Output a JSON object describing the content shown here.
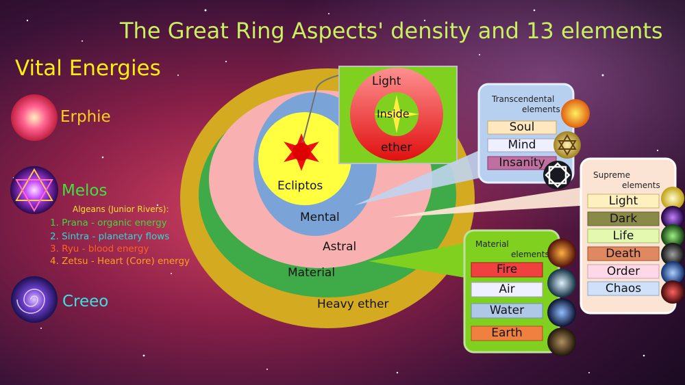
{
  "title": "The Great Ring Aspects' density and 13 elements",
  "vital_energies": {
    "heading": "Vital Energies",
    "items": [
      {
        "name": "Erphie"
      },
      {
        "name": "Melos"
      },
      {
        "name": "Creeo"
      }
    ],
    "algeans": {
      "heading": "Algeans (Junior Rivers):",
      "rivers": [
        "1. Prana - organic energy",
        "2. Sintra - planetary flows",
        "3. Ryu - blood energy",
        "4. Zetsu - Heart (Core) energy"
      ]
    }
  },
  "rings": {
    "heavy_ether": "Heavy ether",
    "material": "Material",
    "astral": "Astral",
    "mental": "Mental",
    "ecliptos": "Ecliptos"
  },
  "inset": {
    "outer": "Light",
    "inner": "Inside",
    "bottom": "ether"
  },
  "transcendental": {
    "title_line1": "Transcendental",
    "title_line2": "elements",
    "items": [
      "Soul",
      "Mind",
      "Insanity"
    ]
  },
  "supreme": {
    "title_line1": "Supreme",
    "title_line2": "elements",
    "items": [
      "Light",
      "Dark",
      "Life",
      "Death",
      "Order",
      "Chaos"
    ]
  },
  "material_elements": {
    "title_line1": "Material",
    "title_line2": "elements",
    "items": [
      "Fire",
      "Air",
      "Water",
      "Earth"
    ]
  },
  "colors": {
    "heavy_ether": "#d4aa20",
    "material": "#3eaa48",
    "astral": "#f8b0b0",
    "mental": "#7aa4d8",
    "ecliptos": "#ffff40",
    "box_green": "#80d020",
    "trans_box": "#b8d0f0",
    "supreme_box": "#fce4d4"
  }
}
